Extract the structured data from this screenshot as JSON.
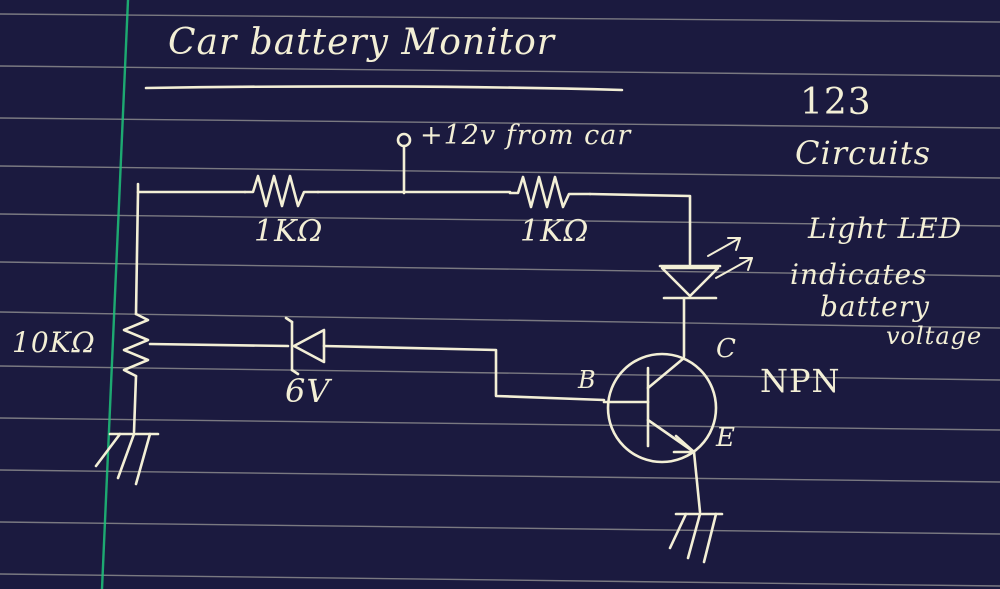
{
  "title": "Car battery Monitor",
  "brand": {
    "line1": "123",
    "line2": "Circuits"
  },
  "labels": {
    "supply": "+12v from car",
    "r1": "1KΩ",
    "r2": "1KΩ",
    "pot": "10KΩ",
    "zener": "6V",
    "base": "B",
    "collector": "C",
    "emitter": "E",
    "transistor": "NPN"
  },
  "note": [
    "Light LED",
    "indicates",
    "battery",
    "voltage"
  ],
  "colors": {
    "paper": "#1b1a3f",
    "ink": "#f3efd6",
    "rule": "#c9c8b8",
    "margin": "#1ec37a"
  }
}
